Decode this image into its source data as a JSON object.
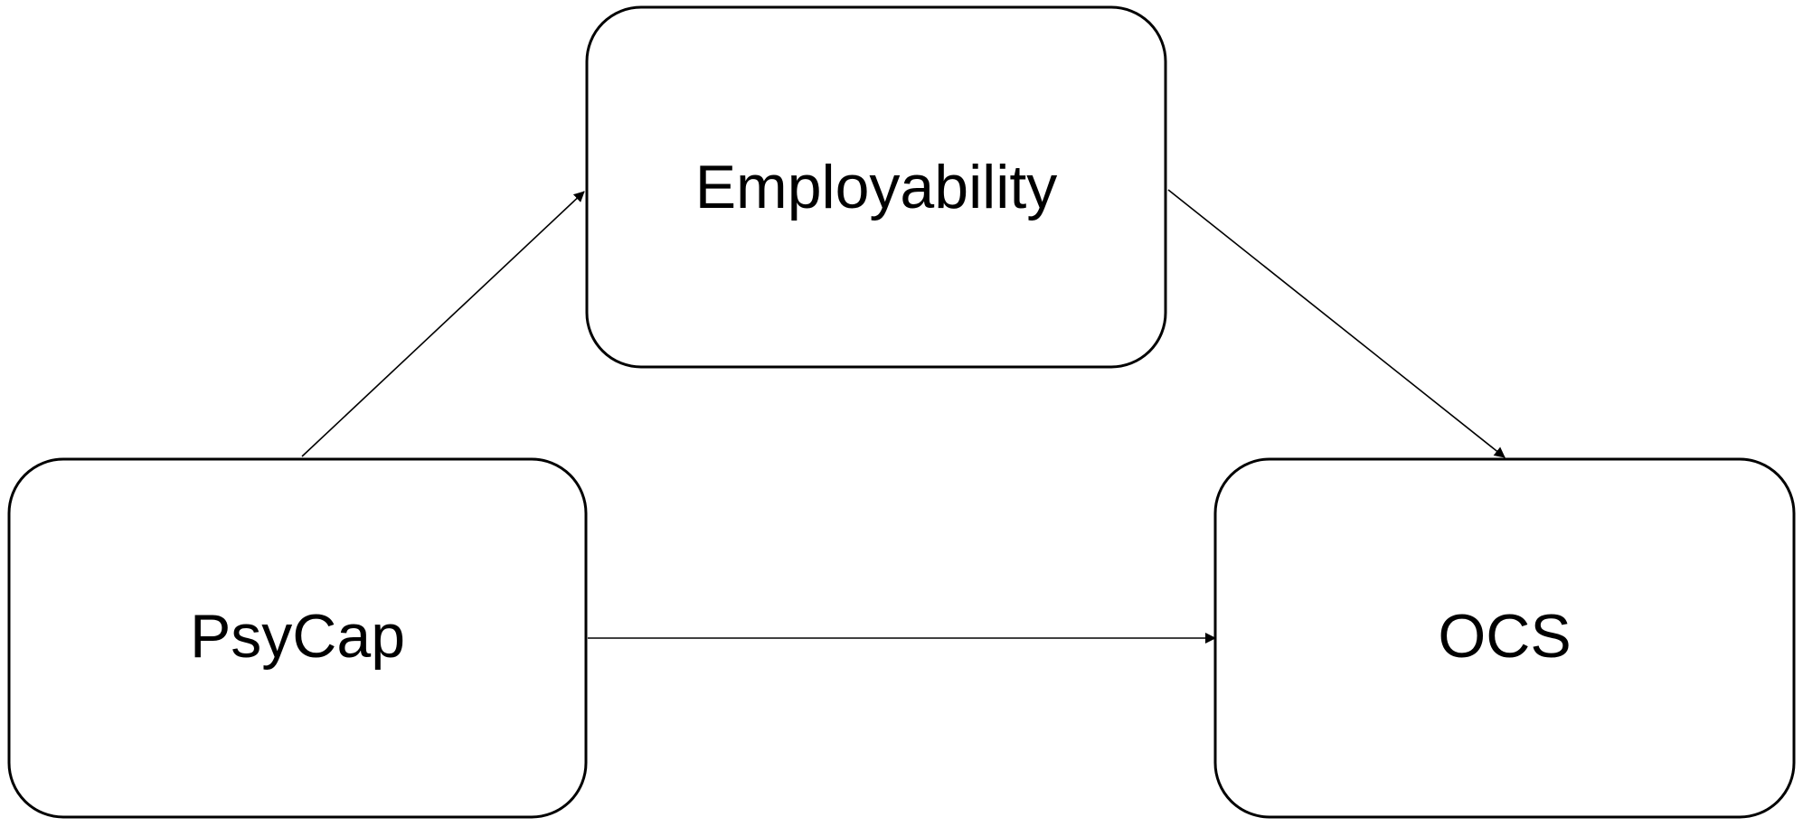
{
  "diagram": {
    "nodes": {
      "employability": {
        "label": "Employability"
      },
      "psycap": {
        "label": "PsyCap"
      },
      "ocs": {
        "label": "OCS"
      }
    },
    "edges": [
      {
        "from": "PsyCap",
        "to": "Employability"
      },
      {
        "from": "Employability",
        "to": "OCS"
      },
      {
        "from": "PsyCap",
        "to": "OCS"
      }
    ],
    "colors": {
      "stroke": "#000000",
      "fill": "#ffffff"
    }
  }
}
